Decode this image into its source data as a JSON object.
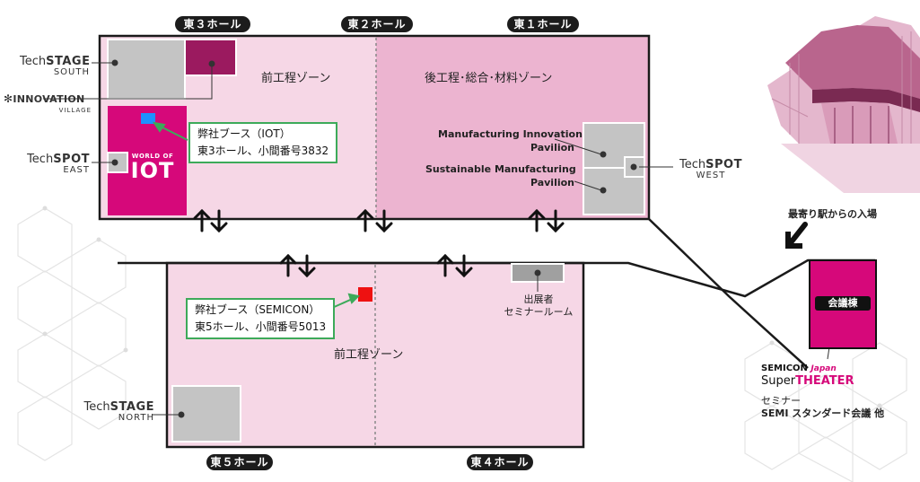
{
  "halls": {
    "east3": "東３ホール",
    "east2": "東２ホール",
    "east1": "東１ホール",
    "east5": "東５ホール",
    "east4": "東４ホール"
  },
  "zones": {
    "front_north": "前工程ゾーン",
    "back_materials": "後工程･総合･材料ゾーン",
    "front_south": "前工程ゾーン"
  },
  "pavilions": {
    "manufacturing_innovation": [
      "Manufacturing Innovation",
      "Pavilion"
    ],
    "sustainable_manufacturing": [
      "Sustainable Manufacturing",
      "Pavilion"
    ]
  },
  "logos": {
    "techstage_south": {
      "pre": "Tech",
      "bold": "STAGE",
      "sub": "SOUTH"
    },
    "innovation_village": {
      "main": "INNOVATION",
      "sub": "VILLAGE"
    },
    "techspot_east": {
      "pre": "Tech",
      "bold": "SPOT",
      "sub": "EAST"
    },
    "techspot_west": {
      "pre": "Tech",
      "bold": "SPOT",
      "sub": "WEST"
    },
    "techstage_north": {
      "pre": "Tech",
      "bold": "STAGE",
      "sub": "NORTH"
    },
    "world_of_iot": {
      "top": "WORLD OF",
      "main": "IOT"
    }
  },
  "booths": {
    "iot": {
      "line1": "弊社ブース（IOT）",
      "line2": "東3ホール、小間番号3832"
    },
    "semicon": {
      "line1": "弊社ブース（SEMICON）",
      "line2": "東5ホール、小間番号5013"
    }
  },
  "seminar_room": [
    "出展者",
    "セミナールーム"
  ],
  "entrance_label": "最寄り駅からの入場",
  "conference_building": "会議棟",
  "theater": {
    "semicon": "SEMICON",
    "japan": "Japan",
    "super": "Super",
    "theater": "THEATER"
  },
  "theater_notes": [
    "セミナー",
    "SEMI スタンダード会議 他"
  ],
  "colors": {
    "hall_light_pink": "#f6d7e6",
    "hall_mid_pink": "#ecb4d0",
    "magenta": "#d6087a",
    "dark_magenta": "#9b1a5f",
    "booth_blue": "#1e90ff",
    "booth_red": "#ee1111",
    "note_border": "#3daa5a",
    "gray_booth": "#c4c4c4"
  }
}
